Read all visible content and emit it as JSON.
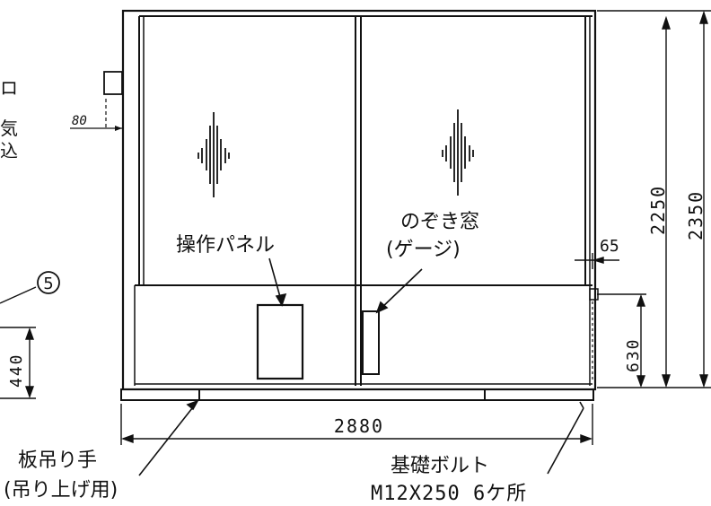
{
  "labels": {
    "control_panel": "操作パネル",
    "peep_window_line1": "のぞき窓",
    "peep_window_line2": "(ゲージ)",
    "plate_lifter_line1": "板吊り手",
    "plate_lifter_line2": "(吊り上げ用)",
    "foundation_bolt_line1": "基礎ボルト",
    "foundation_bolt_line2": "M12X250  6ケ所",
    "left_edge_line1": "ロ",
    "left_edge_line2": "気",
    "left_edge_line3": "込",
    "callout_number": "5"
  },
  "dimensions": {
    "width_total": "2880",
    "height_upper": "2250",
    "height_total": "2350",
    "base_height": "630",
    "left_height": "440",
    "offset_right": "65",
    "offset_left": "80"
  }
}
